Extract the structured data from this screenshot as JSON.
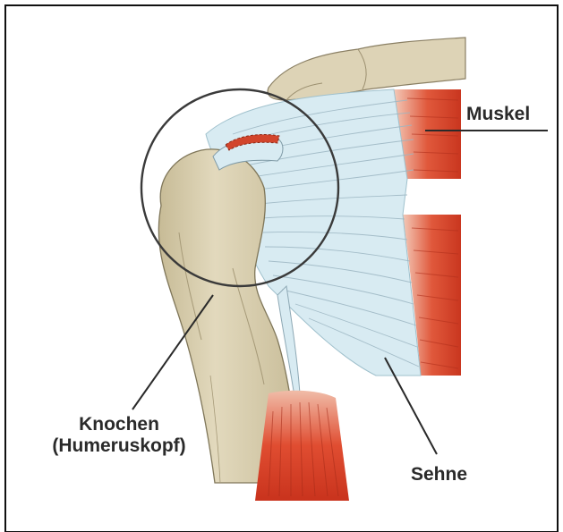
{
  "labels": {
    "muskel": "Muskel",
    "knochen_line1": "Knochen",
    "knochen_line2": "(Humeruskopf)",
    "sehne": "Sehne"
  },
  "colors": {
    "bone": "#d9cfb0",
    "bone_shadow": "#b9ad8a",
    "tendon": "#d6e8ef",
    "muscle": "#d2452c",
    "outline": "#3a3a3a"
  }
}
